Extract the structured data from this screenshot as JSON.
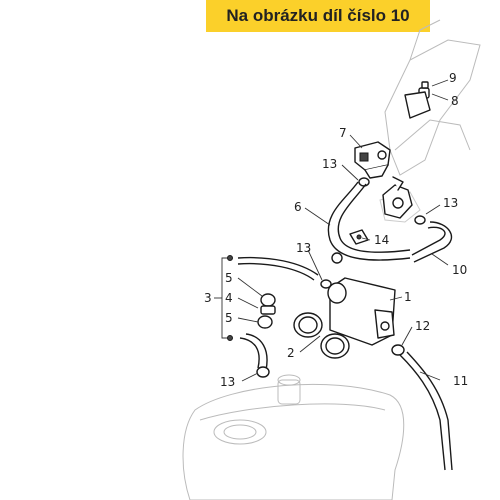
{
  "banner": {
    "text": "Na obrázku díl číslo 10",
    "color": "#fbd02a"
  },
  "callouts": {
    "n1": "1",
    "n2": "2",
    "n3": "3",
    "n4": "4",
    "n5a": "5",
    "n5b": "5",
    "n6": "6",
    "n7": "7",
    "n8": "8",
    "n9": "9",
    "n10": "10",
    "n11": "11",
    "n12": "12",
    "n13a": "13",
    "n13b": "13",
    "n13c": "13",
    "n13d": "13",
    "n14": "14"
  }
}
